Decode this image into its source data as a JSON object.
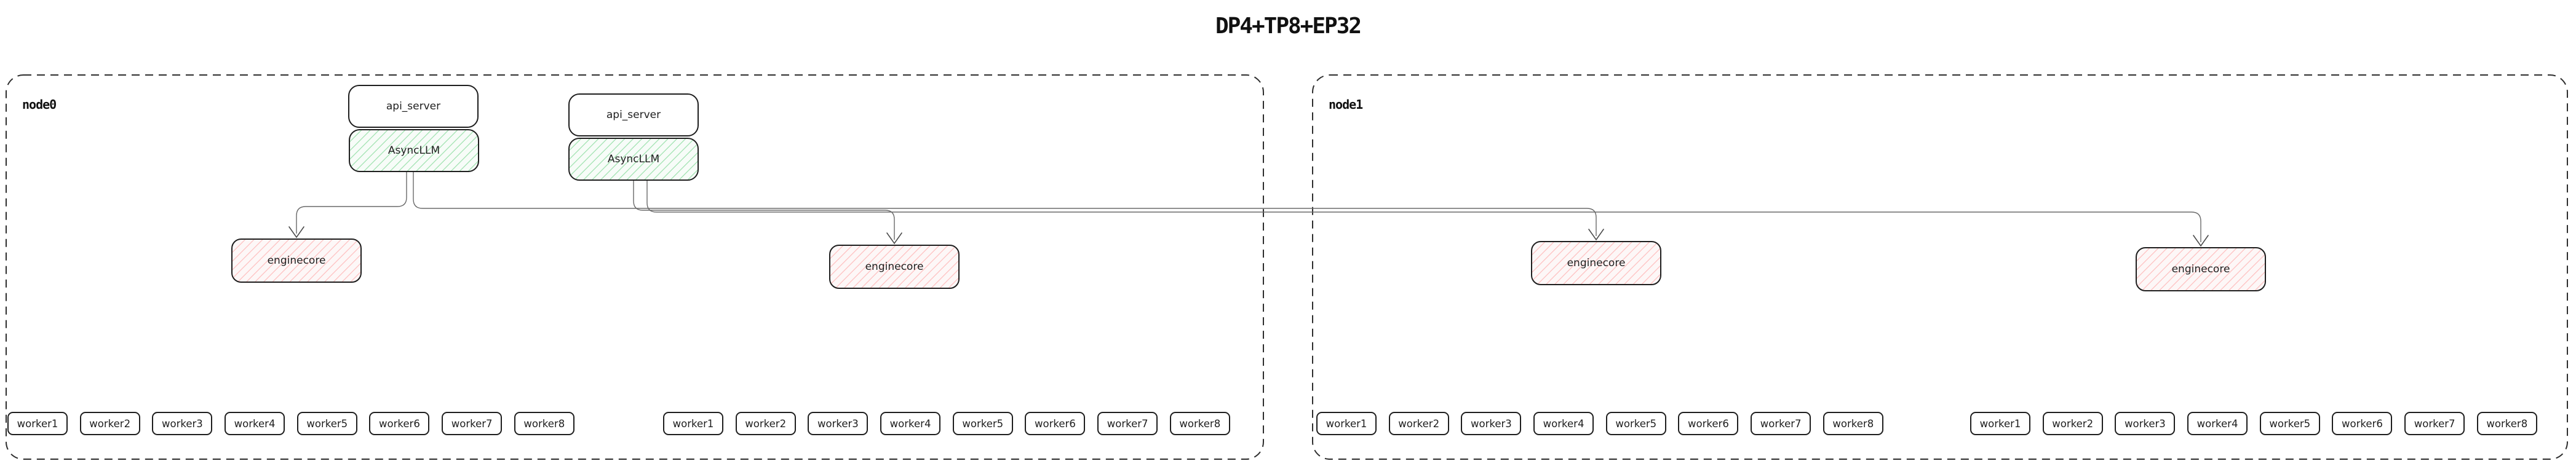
{
  "title": "DP4+TP8+EP32",
  "node0": {
    "label": "node0",
    "stacks": [
      {
        "top": "api_server",
        "bottom": "AsyncLLM"
      },
      {
        "top": "api_server",
        "bottom": "AsyncLLM"
      }
    ],
    "enginecores": [
      "enginecore",
      "enginecore"
    ],
    "worker_groups": [
      [
        "worker1",
        "worker2",
        "worker3",
        "worker4",
        "worker5",
        "worker6",
        "worker7",
        "worker8"
      ],
      [
        "worker1",
        "worker2",
        "worker3",
        "worker4",
        "worker5",
        "worker6",
        "worker7",
        "worker8"
      ]
    ]
  },
  "node1": {
    "label": "node1",
    "enginecores": [
      "enginecore",
      "enginecore"
    ],
    "worker_groups": [
      [
        "worker1",
        "worker2",
        "worker3",
        "worker4",
        "worker5",
        "worker6",
        "worker7",
        "worker8"
      ],
      [
        "worker1",
        "worker2",
        "worker3",
        "worker4",
        "worker5",
        "worker6",
        "worker7",
        "worker8"
      ]
    ]
  },
  "colors": {
    "box_border": "#1e1e1e",
    "node_border": "#2d2d2d",
    "connector": "#6a6a6a",
    "asyncllm_hatch": "#4cc969",
    "enginecore_hatch": "#ff8282"
  }
}
